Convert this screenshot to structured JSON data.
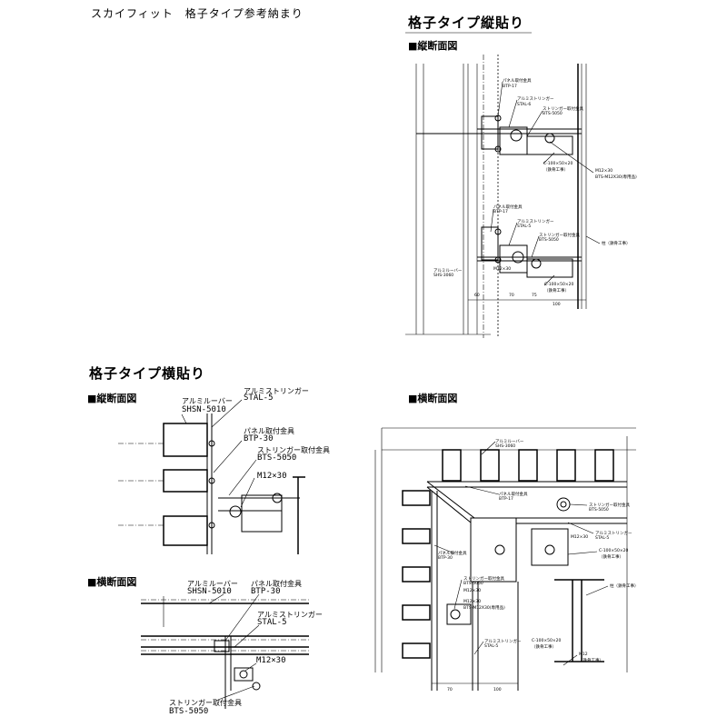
{
  "page": {
    "title": "スカイフィット　格子タイプ参考納まり"
  },
  "vertical_type": {
    "heading": "格子タイプ縦貼り",
    "section_heading": "■縦断面図",
    "upper_labels": {
      "panel_fitting": "パネル取付金具",
      "panel_code": "BTP-17",
      "stringer": "アルミストリンガー",
      "stringer_code": "STAL-6",
      "stringer_fitting": "ストリンガー取付金具",
      "stringer_fitting_code": "BTS-5050",
      "channel": "C-100×50×20",
      "channel_note": "（鉄骨工事）",
      "bolt": "M12×30",
      "bolt_note": "BTS-M12X30(専用品)"
    },
    "lower_labels": {
      "panel_fitting": "パネル取付金具",
      "panel_code": "BTP-17",
      "stringer": "アルミストリンガー",
      "stringer_code": "STAL-5",
      "stringer_fitting": "ストリンガー取付金具",
      "stringer_fitting_code": "BTS-5050",
      "louver": "アルミルーバー",
      "louver_code": "SHS-3060",
      "bolt": "M12×30",
      "channel": "C-100×50×20",
      "channel_note": "（鉄骨工事）",
      "column": "柱（鉄骨工事）"
    },
    "dims": [
      "60",
      "70",
      "75",
      "100"
    ]
  },
  "horizontal_type": {
    "heading": "格子タイプ横貼り",
    "vertical_section": {
      "heading": "■縦断面図",
      "louver": "アルミルーバー",
      "louver_code": "SHSN-5010",
      "stringer": "アルミストリンガー",
      "stringer_code": "STAL-5",
      "panel_fitting": "パネル取付金具",
      "panel_code": "BTP-30",
      "stringer_fitting": "ストリンガー取付金具",
      "stringer_fitting_code": "BTS-5050",
      "bolt": "M12×30"
    },
    "horizontal_section": {
      "heading": "■横断面図",
      "louver": "アルミルーバー",
      "louver_code": "SHSN-5010",
      "panel_fitting": "パネル取付金具",
      "panel_code": "BTP-30",
      "stringer": "アルミストリンガー",
      "stringer_code": "STAL-5",
      "bolt": "M12×30",
      "stringer_fitting": "ストリンガー取付金具",
      "stringer_fitting_code": "BTS-5050"
    }
  },
  "plan_section": {
    "heading": "■横断面図",
    "louver": "アルミルーバー",
    "louver_code": "SHS-3060",
    "panel_fitting": "パネル取付金具",
    "panel_code": "BTP-17",
    "stringer_fitting": "ストリンガー取付金具",
    "stringer_fitting_code": "BTS-5050",
    "stringer": "アルミストリンガー",
    "stringer_code": "STAL-5",
    "channel": "C-100×50×20",
    "channel_note": "（鉄骨工事）",
    "panel_fitting_2": "パネル取付金具",
    "panel_code_2": "BTP-30",
    "stringer_fitting_2": "ストリンガー取付金具",
    "stringer_fitting_code_2": "BTS-5050",
    "bolt": "M12×30",
    "bolt_2": "M12×30",
    "bolt_2_note": "BTS-M12X30(専用品)",
    "column": "柱（鉄骨工事）",
    "stringer_2": "アルミストリンガー",
    "stringer_code_2": "STAL-5",
    "channel_2": "C-100×50×20",
    "channel_note_2": "（鉄骨工事）",
    "bolt_3": "M12",
    "bolt_3_note": "（鉄骨工事）",
    "dims": [
      "70",
      "100"
    ]
  }
}
